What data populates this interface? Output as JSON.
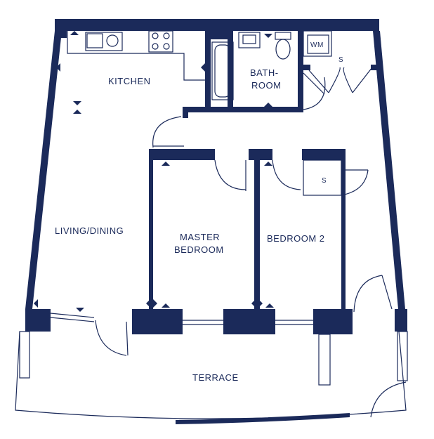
{
  "rooms": {
    "kitchen": "KITCHEN",
    "bathroom_line1": "BATH-",
    "bathroom_line2": "ROOM",
    "living_dining": "LIVING/DINING",
    "master_line1": "MASTER",
    "master_line2": "BEDROOM",
    "bedroom2": "BEDROOM 2",
    "terrace": "TERRACE",
    "wm": "WM",
    "storage_hall": "S",
    "storage_bed2": "S"
  },
  "colors": {
    "wall": "#1b2a5a",
    "background": "#ffffff"
  }
}
